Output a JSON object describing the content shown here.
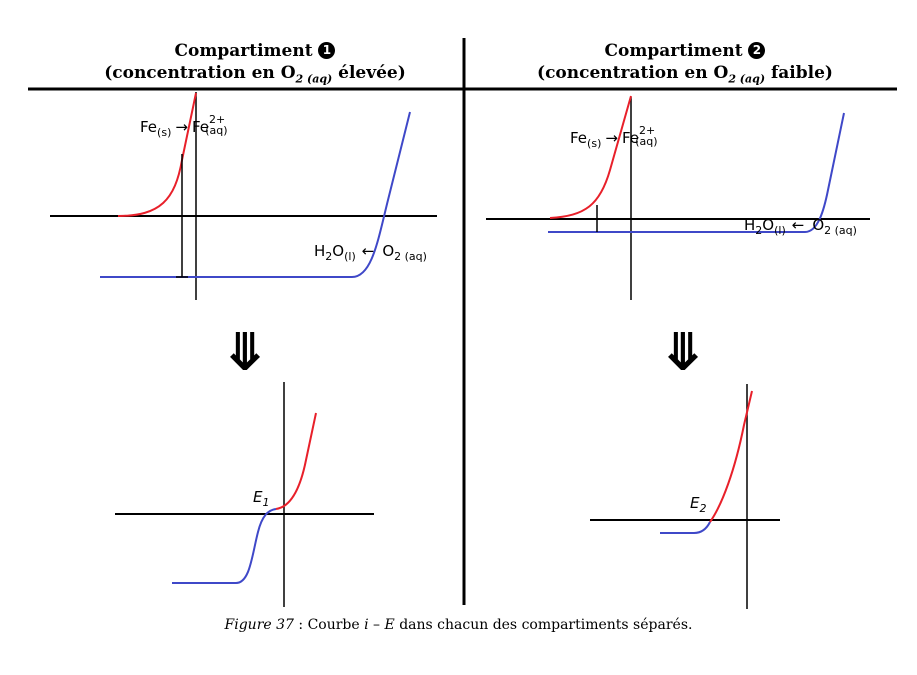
{
  "left": {
    "title_line1": "Compartiment",
    "title_num": "1",
    "title_line2_pre": "(concentration en ",
    "title_species": "O",
    "title_species_sub": "2 (aq)",
    "title_line2_post": " élevée)",
    "ox_label": {
      "main": "Fe",
      "sub": "(s)",
      "arrow": "→",
      "prod": "Fe",
      "prod_sup": "2+",
      "prod_sub": "(aq)"
    },
    "red_label": {
      "main": "H",
      "sub1": "2",
      "o": "O",
      "sub2": "(l)",
      "arrow": "←",
      "ox": "O",
      "ox_sub": "2 (aq)"
    },
    "bottom_label": {
      "main": "E",
      "sub": "1"
    }
  },
  "right": {
    "title_line1": "Compartiment",
    "title_num": "2",
    "title_line2_pre": "(concentration en ",
    "title_species": "O",
    "title_species_sub": "2 (aq)",
    "title_line2_post": " faible)",
    "ox_label": {
      "main": "Fe",
      "sub": "(s)",
      "arrow": "→",
      "prod": "Fe",
      "prod_sup": "2+",
      "prod_sub": "(aq)"
    },
    "red_label": {
      "main": "H",
      "sub1": "2",
      "o": "O",
      "sub2": "(l)",
      "arrow": "←",
      "ox": "O",
      "ox_sub": "2 (aq)"
    },
    "bottom_label": {
      "main": "E",
      "sub": "2"
    }
  },
  "arrow_symbol": "⤋",
  "caption": {
    "figure": "Figure 37",
    "sep": " : Courbe ",
    "i": "i",
    "dash": " – ",
    "E": "E",
    "rest": " dans chacun des compartiments séparés."
  },
  "colors": {
    "anodic": "#e8202a",
    "cathodic": "#3f48c8",
    "axis": "#000000"
  }
}
